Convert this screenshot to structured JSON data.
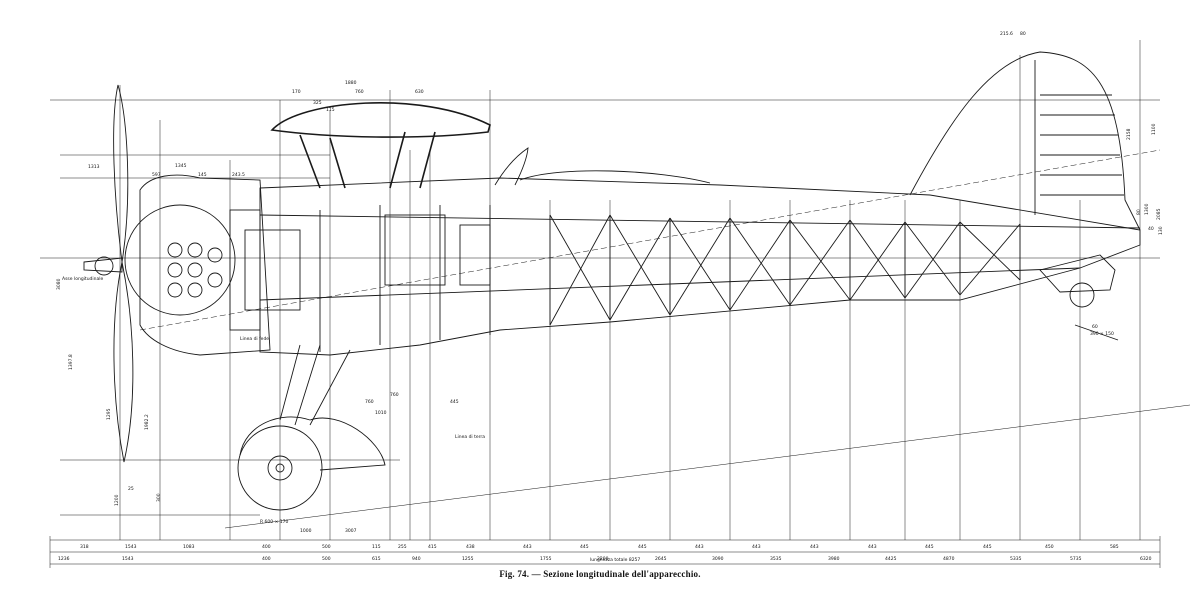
{
  "caption": "Fig. 74. — Sezione longitudinale dell'apparecchio.",
  "bottom_total_label": "lunghezza totale 8257",
  "row1_dims": [
    "318",
    "1543",
    "1083",
    "400",
    "500",
    "115",
    "255",
    "415",
    "438",
    "443",
    "445",
    "445",
    "443",
    "443",
    "443",
    "443",
    "445",
    "445",
    "450",
    "585"
  ],
  "row2_dims": [
    "1236",
    "1543",
    "400",
    "500",
    "615",
    "940",
    "1255",
    "1755",
    "2200",
    "2645",
    "3090",
    "3535",
    "3980",
    "4425",
    "4870",
    "5335",
    "5735",
    "6320"
  ],
  "top_dims": [
    "1880",
    "170",
    "760",
    "630",
    "325",
    "115",
    "1345",
    "145",
    "243.5",
    "597",
    "1313",
    "215.6",
    "80"
  ],
  "side_dims": [
    "2158",
    "1100",
    "1300",
    "80",
    "2085",
    "130"
  ],
  "left_dims": [
    "1397.8",
    "3080",
    "1295",
    "1982.2",
    "300",
    "1200"
  ],
  "annotations": [
    "Linea di terra",
    "Asse longitudinale",
    "Linea di fede",
    "R 600 × 170",
    "1000",
    "760",
    "445",
    "1010",
    "3007",
    "760",
    "60",
    "390 × 150",
    "40",
    "25"
  ]
}
